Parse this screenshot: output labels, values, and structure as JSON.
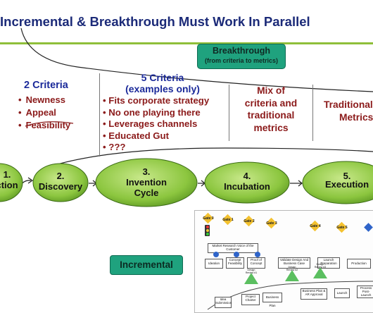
{
  "title": "Incremental & Breakthrough Must Work In Parallel",
  "breakthrough_box": {
    "label": "Breakthrough",
    "sublabel": "(from criteria to metrics)"
  },
  "columns": {
    "two_criteria": {
      "title": "2 Criteria",
      "items": [
        "Newness",
        "Appeal",
        "Feasibility"
      ]
    },
    "five_criteria": {
      "title_line1": "5 Criteria",
      "title_line2": "(examples only)",
      "items": [
        "Fits corporate strategy",
        "No one playing there",
        "Leverages channels",
        "Educated Gut",
        "???"
      ]
    },
    "mix": {
      "lines": [
        "Mix of",
        "criteria and",
        "traditional",
        "metrics"
      ]
    },
    "traditional": {
      "lines": [
        "Traditional",
        "Metrics"
      ]
    }
  },
  "stages": [
    {
      "num": "1.",
      "label": "Selection",
      "shown": "ction"
    },
    {
      "num": "2.",
      "label": "Discovery"
    },
    {
      "num": "3.",
      "label": "Invention",
      "label2": "Cycle"
    },
    {
      "num": "4.",
      "label": "Incubation"
    },
    {
      "num": "5.",
      "label": "Execution"
    }
  ],
  "incremental_box": {
    "label": "Incremental"
  },
  "stage_gate": {
    "gates": [
      "Gate 0",
      "Gate 1",
      "Gate 2",
      "Gate 3",
      "Gate 4",
      "Gate 5"
    ],
    "boxes": {
      "market_research": "Market Research Voice of the Customer",
      "ideation": "Ideation",
      "concept": "Concept Feasibility",
      "proof": "Proof of Concept",
      "validate": "Validate Design And Business Case",
      "launch_prep": "Launch Preparation",
      "production": "Production",
      "idea_sub": "Idea Submission",
      "project_charter": "Project Charter",
      "business_plan": "Business Plan",
      "bp_approval": "Business Plan & AR Approval",
      "launch": "Launch",
      "process": "Process Post-Launch"
    },
    "design_reviews": [
      "Design Review #1",
      "Design Review #2",
      "Design Review #3"
    ],
    "colors": {
      "gate": "#f4c230",
      "review": "#5bbf60",
      "milestone": "#2f64c9"
    }
  },
  "colors": {
    "ellipse_fill": "#8cc63f",
    "accent_box": "#1fa27e",
    "criteria_red": "#8b1a1a",
    "criteria_blue": "#1b2a9a"
  }
}
